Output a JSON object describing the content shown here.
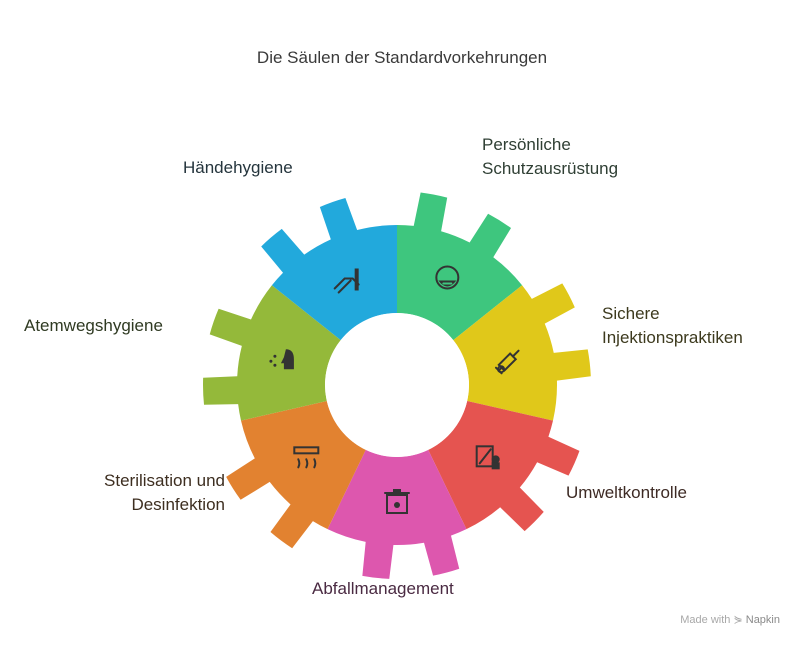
{
  "title": "Die Säulen der Standardvorkehrungen",
  "segments": [
    {
      "key": "ppe",
      "lines": [
        "Persönliche",
        "Schutzausrüstung"
      ],
      "color": "#3ec67e",
      "text_color": "#2f3f34",
      "icon": "face-mask-icon"
    },
    {
      "key": "injection",
      "lines": [
        "Sichere",
        "Injektionspraktiken"
      ],
      "color": "#e0c81a",
      "text_color": "#3d3a1e",
      "icon": "syringe-icon"
    },
    {
      "key": "environment",
      "lines": [
        "Umweltkontrolle"
      ],
      "color": "#e55450",
      "text_color": "#3d2a24",
      "icon": "cleaning-icon"
    },
    {
      "key": "waste",
      "lines": [
        "Abfallmanagement"
      ],
      "color": "#dd57ae",
      "text_color": "#4a2a42",
      "icon": "hazard-bin-icon"
    },
    {
      "key": "sterilization",
      "lines": [
        "Sterilisation und",
        "Desinfektion"
      ],
      "color": "#e28230",
      "text_color": "#3d2e20",
      "icon": "sterilizer-icon"
    },
    {
      "key": "respiratory",
      "lines": [
        "Atemwegshygiene"
      ],
      "color": "#94b93a",
      "text_color": "#2f3a22",
      "icon": "cough-icon"
    },
    {
      "key": "hands",
      "lines": [
        "Händehygiene"
      ],
      "color": "#22a9dc",
      "text_color": "#25353d",
      "icon": "handwash-icon"
    }
  ],
  "watermark": {
    "prefix": "Made with",
    "brand": "Napkin"
  }
}
